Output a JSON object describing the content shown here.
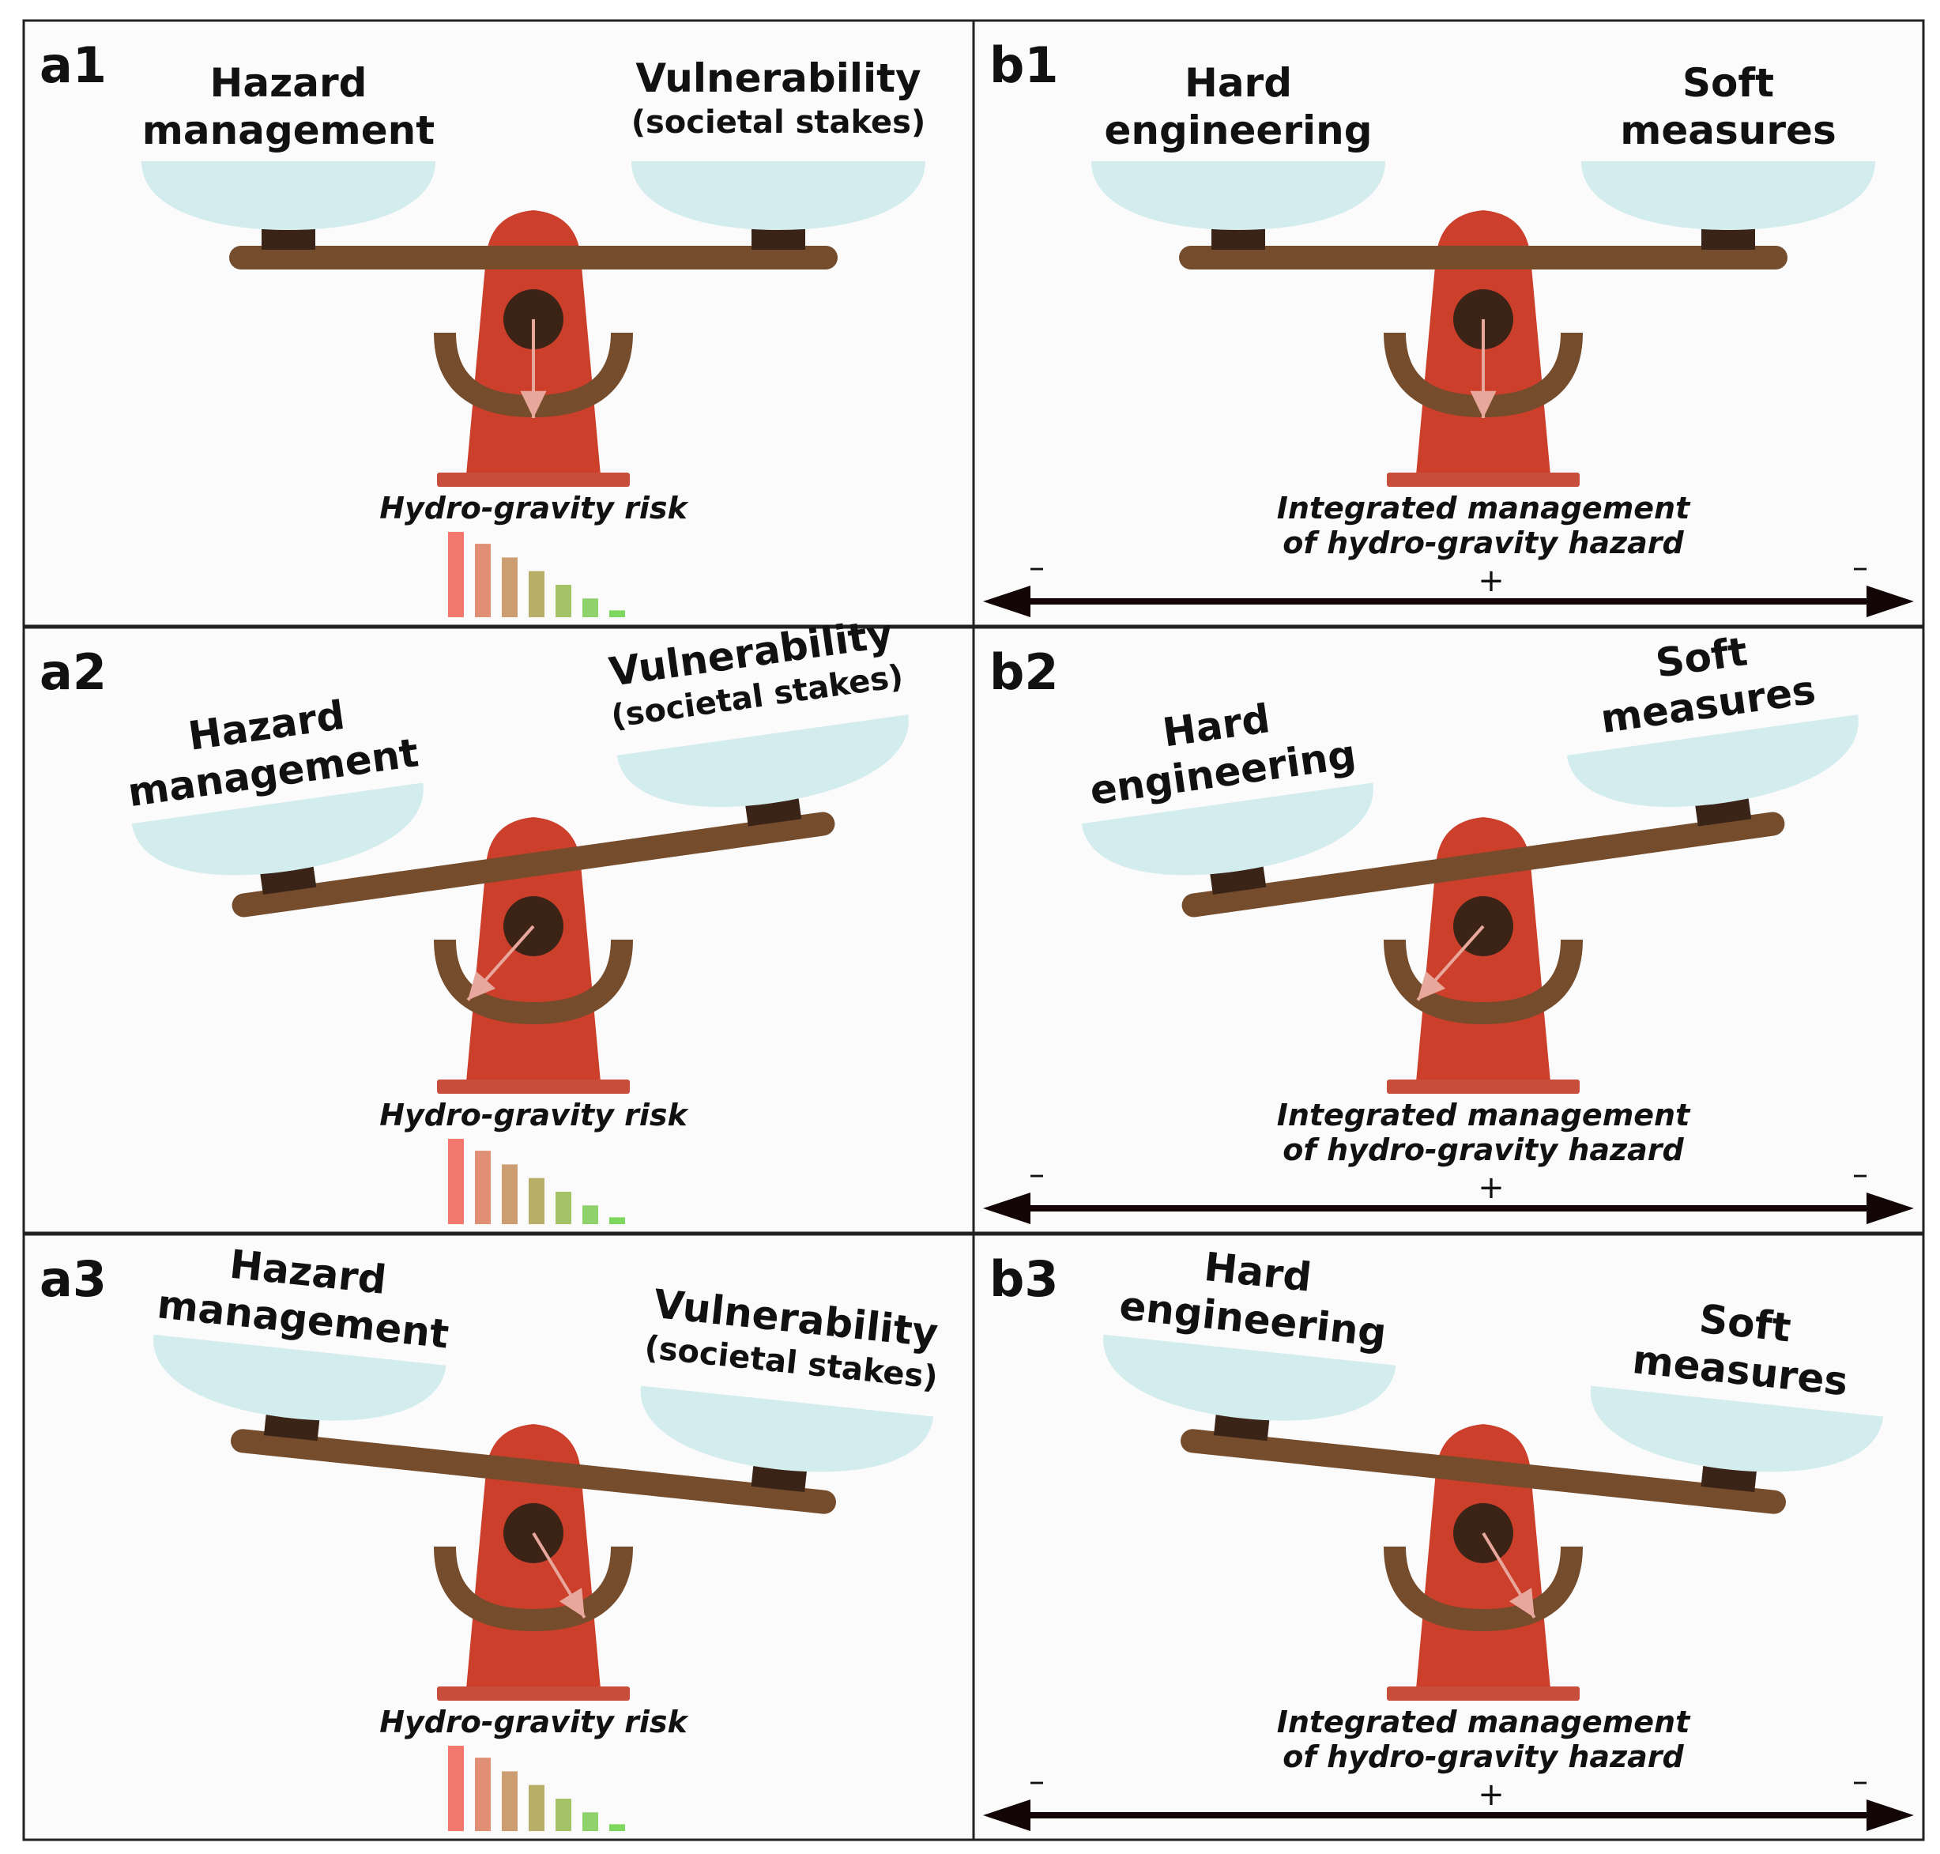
{
  "colors": {
    "pan": "#d3ecee",
    "beam": "#754c2c",
    "post": "#3a2418",
    "body": "#cc3f2b",
    "base": "#c84d3a",
    "pivot": "#3b2316",
    "needle": "#e8a79c",
    "border": "#222222",
    "background": "#fbfbfb",
    "arrow": "#140606"
  },
  "risk_bar_colors": [
    "#f2776d",
    "#e08f74",
    "#cc9e72",
    "#b8ae68",
    "#a6c267",
    "#8fd16b",
    "#7fd85e"
  ],
  "risk_bar_levels": [
    1.0,
    0.86,
    0.7,
    0.54,
    0.38,
    0.22,
    0.08
  ],
  "panels": [
    {
      "id": "a1",
      "label": "a1",
      "tilt_deg": 0,
      "left_lines": [
        "Hazard",
        "management"
      ],
      "right_lines": [
        "Vulnerability",
        "(societal stakes)"
      ],
      "caption_lines": [
        "Hydro-gravity risk"
      ],
      "axis": null
    },
    {
      "id": "a2",
      "label": "a2",
      "tilt_deg": -8,
      "left_lines": [
        "Hazard",
        "management"
      ],
      "right_lines": [
        "Vulnerability",
        "(societal stakes)"
      ],
      "caption_lines": [
        "Hydro-gravity risk"
      ],
      "axis": null
    },
    {
      "id": "a3",
      "label": "a3",
      "tilt_deg": 6,
      "left_lines": [
        "Hazard",
        "management"
      ],
      "right_lines": [
        "Vulnerability",
        "(societal stakes)"
      ],
      "caption_lines": [
        "Hydro-gravity risk"
      ],
      "axis": null
    },
    {
      "id": "b1",
      "label": "b1",
      "tilt_deg": 0,
      "left_lines": [
        "Hard",
        "engineering"
      ],
      "right_lines": [
        "Soft",
        "measures"
      ],
      "caption_lines": [
        "Integrated management",
        "of hydro-gravity hazard"
      ],
      "axis": {
        "left": "–",
        "center": "+",
        "right": "–"
      }
    },
    {
      "id": "b2",
      "label": "b2",
      "tilt_deg": -8,
      "left_lines": [
        "Hard",
        "engineering"
      ],
      "right_lines": [
        "Soft",
        "measures"
      ],
      "caption_lines": [
        "Integrated management",
        "of hydro-gravity hazard"
      ],
      "axis": {
        "left": "–",
        "center": "+",
        "right": "–"
      }
    },
    {
      "id": "b3",
      "label": "b3",
      "tilt_deg": 6,
      "left_lines": [
        "Hard",
        "engineering"
      ],
      "right_lines": [
        "Soft",
        "measures"
      ],
      "caption_lines": [
        "Integrated management",
        "of hydro-gravity hazard"
      ],
      "axis": {
        "left": "–",
        "center": "+",
        "right": "–"
      }
    }
  ]
}
